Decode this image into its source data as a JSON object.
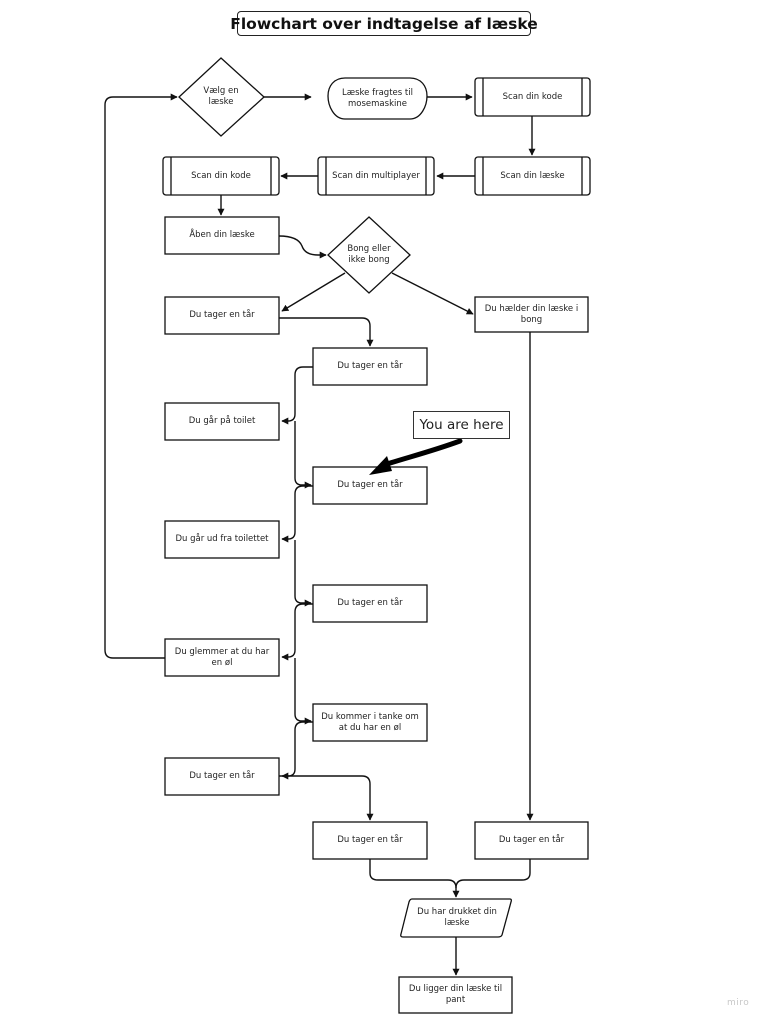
{
  "title": "Flowchart over indtagelse af læske",
  "callout": "You are here",
  "watermark": "miro",
  "nodes": {
    "vaelg": "Vælg en læske",
    "fragtes": "Læske fragtes til mosemaskine",
    "scan1": "Scan din kode",
    "scan_laeske": "Scan din læske",
    "scan_multi": "Scan din multiplayer",
    "scan2": "Scan din kode",
    "aaben": "Åben din læske",
    "bong_q": "Bong eller ikke bong",
    "taar1": "Du tager en tår",
    "haelder": "Du hælder din læske i bong",
    "taar2": "Du tager en tår",
    "toilet": "Du går på toilet",
    "taar3": "Du tager en tår",
    "ud_toilet": "Du går ud fra toilettet",
    "taar4": "Du tager en tår",
    "glemmer": "Du glemmer at du har en øl",
    "kommer": "Du kommer i tanke om at du har en øl",
    "taar5": "Du tager en tår",
    "taar6": "Du tager en tår",
    "taar7": "Du tager en tår",
    "drukket": "Du har drukket din læske",
    "ligger": "Du ligger din læske til pant"
  }
}
